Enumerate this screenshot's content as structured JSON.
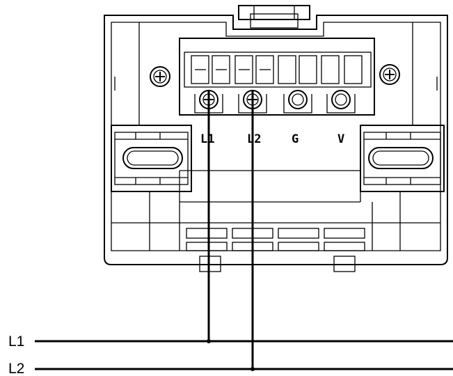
{
  "terminal_labels": {
    "l1": "L1",
    "l2": "L2",
    "g": "G",
    "v": "V"
  },
  "line_labels": {
    "l1": "L1",
    "l2": "L2"
  }
}
